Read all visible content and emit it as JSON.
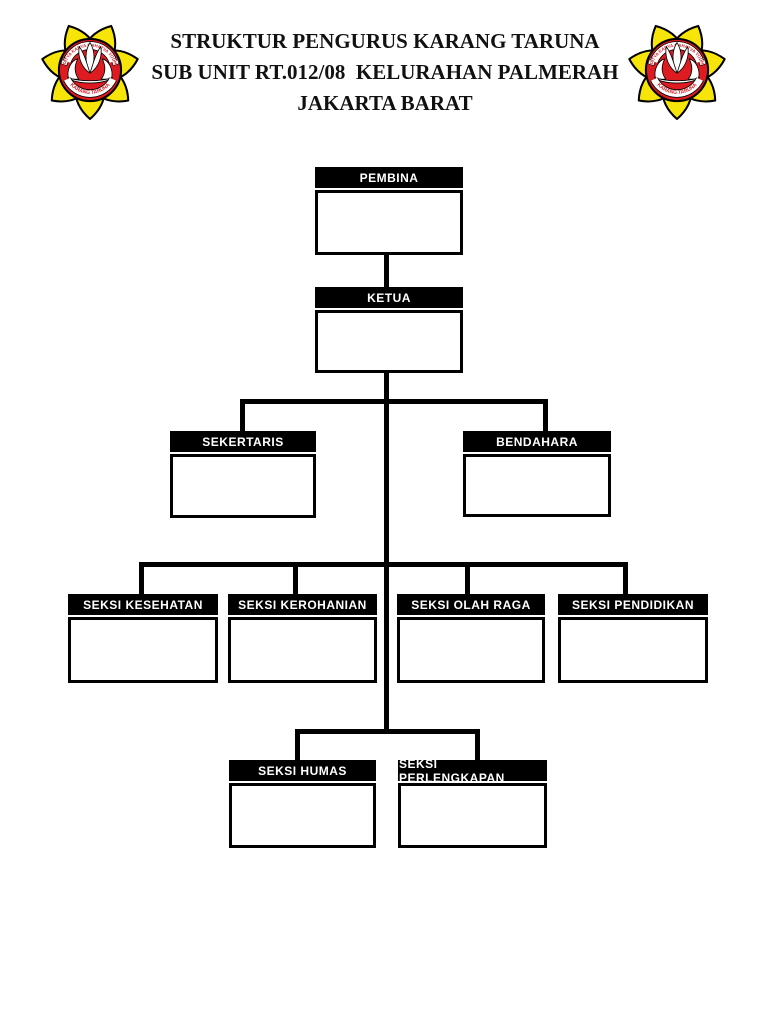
{
  "header": {
    "title_lines": [
      "STRUKTUR PENGURUS KARANG TARUNA",
      "SUB UNIT RT.012/08  KELURAHAN PALMERAH",
      "JAKARTA BARAT"
    ],
    "logo": {
      "name": "Karang Taruna emblem",
      "ribbon_top_text": "ADITYA KARYA MAHATVA YODHA",
      "ribbon_bottom_text": "KARANG TARUNA",
      "colors": {
        "petal_yellow": "#F7E408",
        "circle_red": "#DE1B21",
        "outline_black": "#000000",
        "detail_white": "#FFFFFF"
      }
    }
  },
  "chart_data": {
    "type": "org-chart",
    "title": "STRUKTUR PENGURUS KARANG TARUNA SUB UNIT RT.012/08 KELURAHAN PALMERAH JAKARTA BARAT",
    "line_color": "#000000",
    "header_bar_color": "#000000",
    "header_text_color": "#FFFFFF",
    "name_boxes_empty": true,
    "nodes": [
      {
        "id": "pembina",
        "label": "PEMBINA",
        "parent": null,
        "name_box": ""
      },
      {
        "id": "ketua",
        "label": "KETUA",
        "parent": "pembina",
        "name_box": ""
      },
      {
        "id": "sekertaris",
        "label": "SEKERTARIS",
        "parent": "ketua",
        "name_box": ""
      },
      {
        "id": "bendahara",
        "label": "BENDAHARA",
        "parent": "ketua",
        "name_box": ""
      },
      {
        "id": "seksi-kesehatan",
        "label": "SEKSI KESEHATAN",
        "parent": "ketua",
        "name_box": ""
      },
      {
        "id": "seksi-kerohanian",
        "label": "SEKSI KEROHANIAN",
        "parent": "ketua",
        "name_box": ""
      },
      {
        "id": "seksi-olah-raga",
        "label": "SEKSI OLAH RAGA",
        "parent": "ketua",
        "name_box": ""
      },
      {
        "id": "seksi-pendidikan",
        "label": "SEKSI PENDIDIKAN",
        "parent": "ketua",
        "name_box": ""
      },
      {
        "id": "seksi-humas",
        "label": "SEKSI HUMAS",
        "parent": "ketua",
        "name_box": ""
      },
      {
        "id": "seksi-perlengkapan",
        "label": "SEKSI PERLENGKAPAN",
        "parent": "ketua",
        "name_box": ""
      }
    ]
  }
}
